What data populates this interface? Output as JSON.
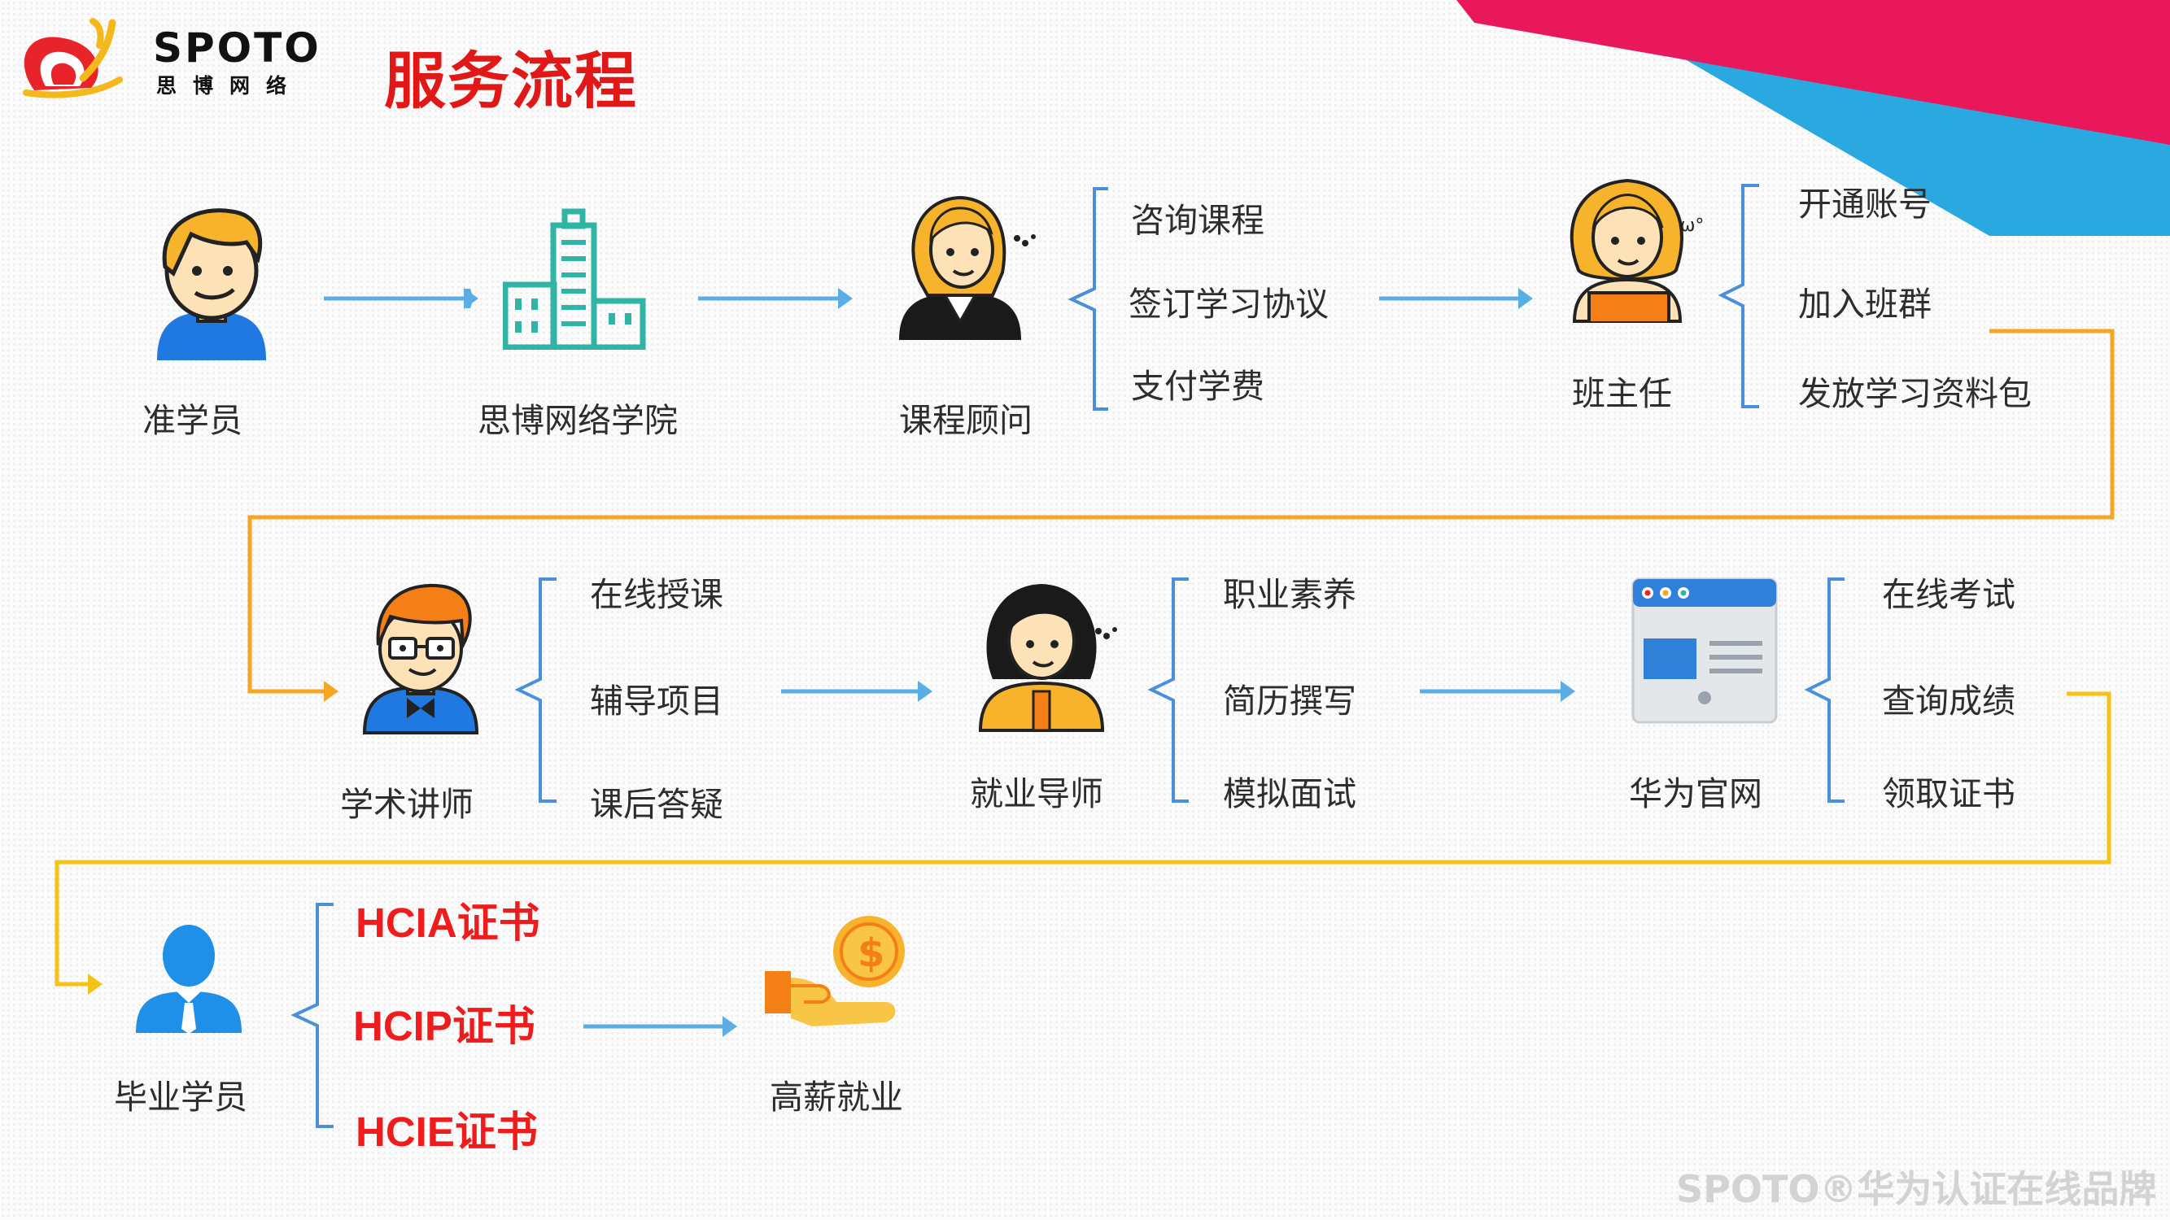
{
  "header": {
    "brand_en": "SPOTO",
    "brand_cn": "思博网络",
    "title": "服务流程"
  },
  "row1": {
    "prospective_student": "准学员",
    "academy": "思博网络学院",
    "course_advisor": "课程顾问",
    "advisor_steps": [
      "咨询课程",
      "签订学习协议",
      "支付学费"
    ],
    "class_teacher": "班主任",
    "teacher_steps": [
      "开通账号",
      "加入班群",
      "发放学习资料包"
    ]
  },
  "row2": {
    "lecturer": "学术讲师",
    "lecturer_steps": [
      "在线授课",
      "辅导项目",
      "课后答疑"
    ],
    "career_mentor": "就业导师",
    "mentor_steps": [
      "职业素养",
      "简历撰写",
      "模拟面试"
    ],
    "huawei_site": "华为官网",
    "site_steps": [
      "在线考试",
      "查询成绩",
      "领取证书"
    ]
  },
  "row3": {
    "graduate": "毕业学员",
    "certificates": [
      "HCIA证书",
      "HCIP证书",
      "HCIE证书"
    ],
    "outcome": "高薪就业"
  },
  "footer": {
    "watermark": "SPOTO®华为认证在线品牌"
  },
  "colors": {
    "title_red": "#e01818",
    "cert_red": "#ee1c1c",
    "flow_orange": "#f5a623",
    "flow_blue": "#5aaee5",
    "bracket_blue": "#4a90d9",
    "banner_pink": "#e8185a",
    "banner_cyan": "#29a9e0"
  },
  "icons": [
    "spoto-logo-icon",
    "student-icon",
    "building-icon",
    "advisor-icon",
    "teacher-icon",
    "lecturer-icon",
    "mentor-icon",
    "website-icon",
    "graduate-icon",
    "salary-icon"
  ]
}
